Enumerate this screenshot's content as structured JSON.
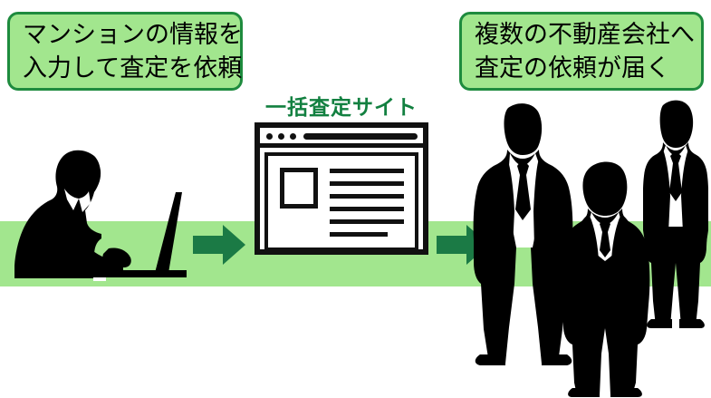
{
  "diagram": {
    "title_caption": "一括査定サイト",
    "band_color": "#a2e68e",
    "accent_green": "#128040",
    "border_green": "#1e8b3e",
    "silhouette_color": "#000000"
  },
  "callouts": {
    "left": {
      "line1": "マンションの情報を",
      "line2": "入力して査定を依頼"
    },
    "right": {
      "line1": "複数の不動産会社へ",
      "line2": "査定の依頼が届く"
    }
  },
  "browser_mockup": {
    "dots": [
      "dot-1",
      "dot-2",
      "dot-3"
    ],
    "address_bar": "",
    "thumbnail": "",
    "text_lines": [
      "",
      "",
      "",
      "",
      "",
      ""
    ]
  },
  "arrows": [
    {
      "name": "arrow-left-to-site",
      "direction": "right",
      "color": "#1b7a45"
    },
    {
      "name": "arrow-site-to-agents",
      "direction": "right",
      "color": "#1b7a45"
    }
  ],
  "figures": [
    {
      "name": "person-at-laptop",
      "role": "seller"
    },
    {
      "name": "businessman-left",
      "role": "real-estate-agent"
    },
    {
      "name": "businessman-center",
      "role": "real-estate-agent"
    },
    {
      "name": "businessman-right",
      "role": "real-estate-agent"
    }
  ]
}
